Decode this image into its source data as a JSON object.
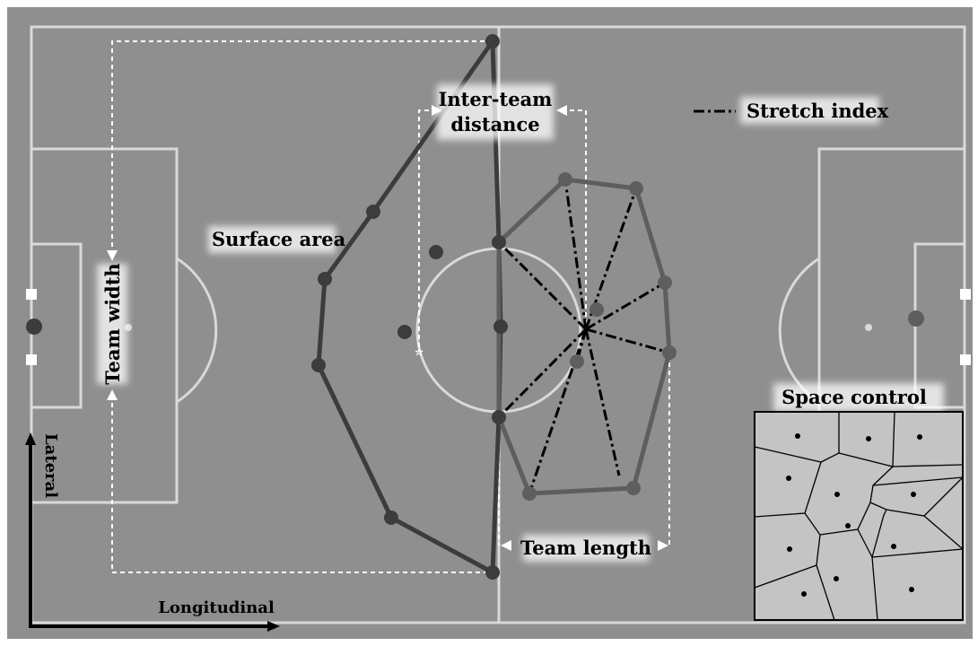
{
  "labels": {
    "inter_team_distance_line1": "Inter-team",
    "inter_team_distance_line2": "distance",
    "stretch_index": "Stretch index",
    "surface_area": "Surface area",
    "team_width": "Team width",
    "team_length": "Team length",
    "space_control": "Space control",
    "lateral": "Lateral",
    "longitudinal": "Longitudinal"
  },
  "colors": {
    "pitch": "#8f8f8f",
    "pitch_lines": "#d9d9d9",
    "team_a": "#3c3c3c",
    "team_b": "#5e5e5e",
    "label_bg": "#ffffff",
    "voronoi_fill": "#c4c4c4"
  }
}
